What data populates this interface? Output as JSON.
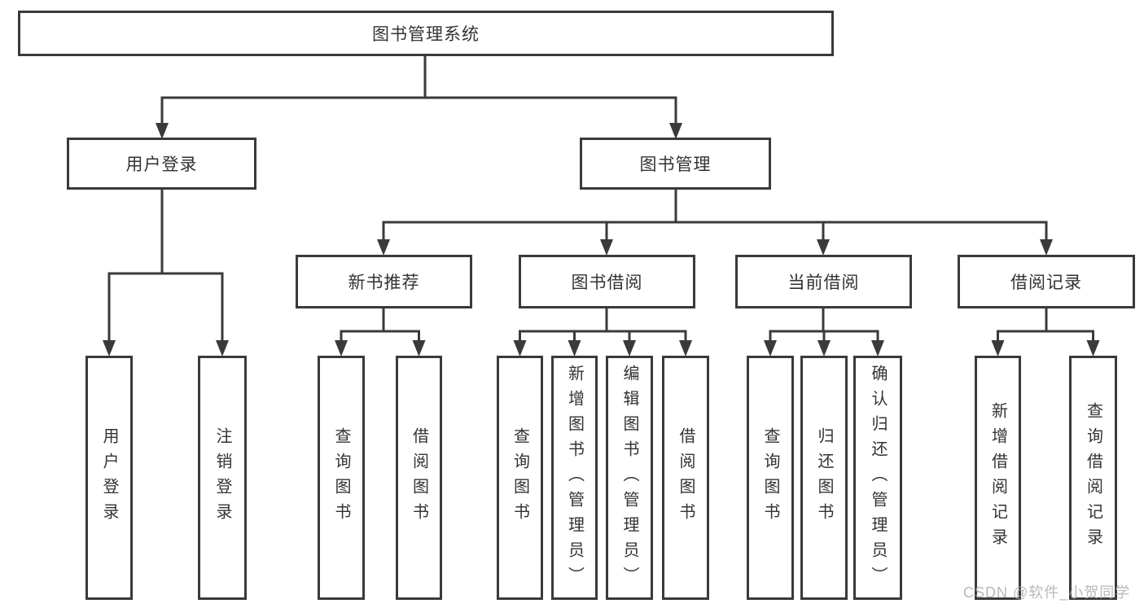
{
  "diagram": {
    "title": "图书管理系统",
    "type": "hierarchy-tree"
  },
  "nodes": {
    "root": "图书管理系统",
    "user_login": "用户登录",
    "book_mgmt": "图书管理",
    "new_book_rec": "新书推荐",
    "book_borrow": "图书借阅",
    "current_borrow": "当前借阅",
    "borrow_record": "借阅记录",
    "user_login_item": "用户登录",
    "logout_item": "注销登录",
    "query_book_1": "查询图书",
    "borrow_book_1": "借阅图书",
    "query_book_2": "查询图书",
    "add_book_admin": "新增图书（管理员）",
    "edit_book_admin": "编辑图书（管理员）",
    "borrow_book_2": "借阅图书",
    "query_book_3": "查询图书",
    "return_book": "归还图书",
    "confirm_return_admin": "确认归还（管理员）",
    "add_borrow_record": "新增借阅记录",
    "query_borrow_record": "查询借阅记录"
  },
  "watermark": "CSDN @软件_小贺同学",
  "colors": {
    "line": "#3a3a3a",
    "box_background": "#ffffff",
    "text": "#333333",
    "watermark": "#a8a8a8"
  }
}
